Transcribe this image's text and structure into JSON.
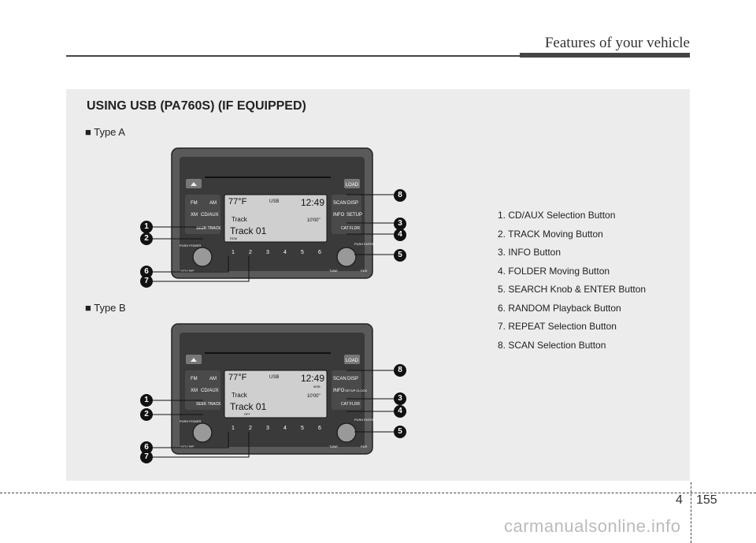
{
  "header": {
    "title": "Features of your vehicle"
  },
  "section": {
    "title": "USING USB (PA760S) (IF EQUIPPED)",
    "type_a": "■ Type A",
    "type_b": "■ Type B"
  },
  "legend": [
    "1. CD/AUX Selection Button",
    "2. TRACK Moving Button",
    "3. INFO Button",
    "4. FOLDER Moving Button",
    "5. SEARCH Knob & ENTER Button",
    "6. RANDOM Playback Button",
    "7. REPEAT Selection Button",
    "8. SCAN Selection Button"
  ],
  "callout_numbers": [
    "1",
    "2",
    "3",
    "4",
    "5",
    "6",
    "7",
    "8"
  ],
  "radio": {
    "load": "LOAD",
    "fm": "FM",
    "am": "AM",
    "xm": "XM",
    "cdaux": "CD/AUX",
    "seek_track": "SEEK TRACK",
    "cat_fldr": "CAT FLDR",
    "scan": "SCAN",
    "disp": "DISP",
    "info": "INFO",
    "setup": "SETUP",
    "setup_clock": "SETUP CLOCK",
    "power": "PUSH POWER",
    "volume": "VOLUME",
    "tune": "TUNE",
    "file": "FILE",
    "enter": "PUSH ENTER",
    "presets": [
      "1",
      "2",
      "3",
      "4",
      "5",
      "6"
    ],
    "display": {
      "temp": "77°F",
      "source": "USB",
      "time": "12:49",
      "track_label": "Track",
      "track_time": "10'00\"",
      "track_name": "Track 01",
      "rdm": "RDM",
      "rpt": "RPT",
      "mode": "MSB"
    }
  },
  "page": {
    "chapter": "4",
    "number": "155"
  },
  "watermark": "carmanualsonline.info"
}
